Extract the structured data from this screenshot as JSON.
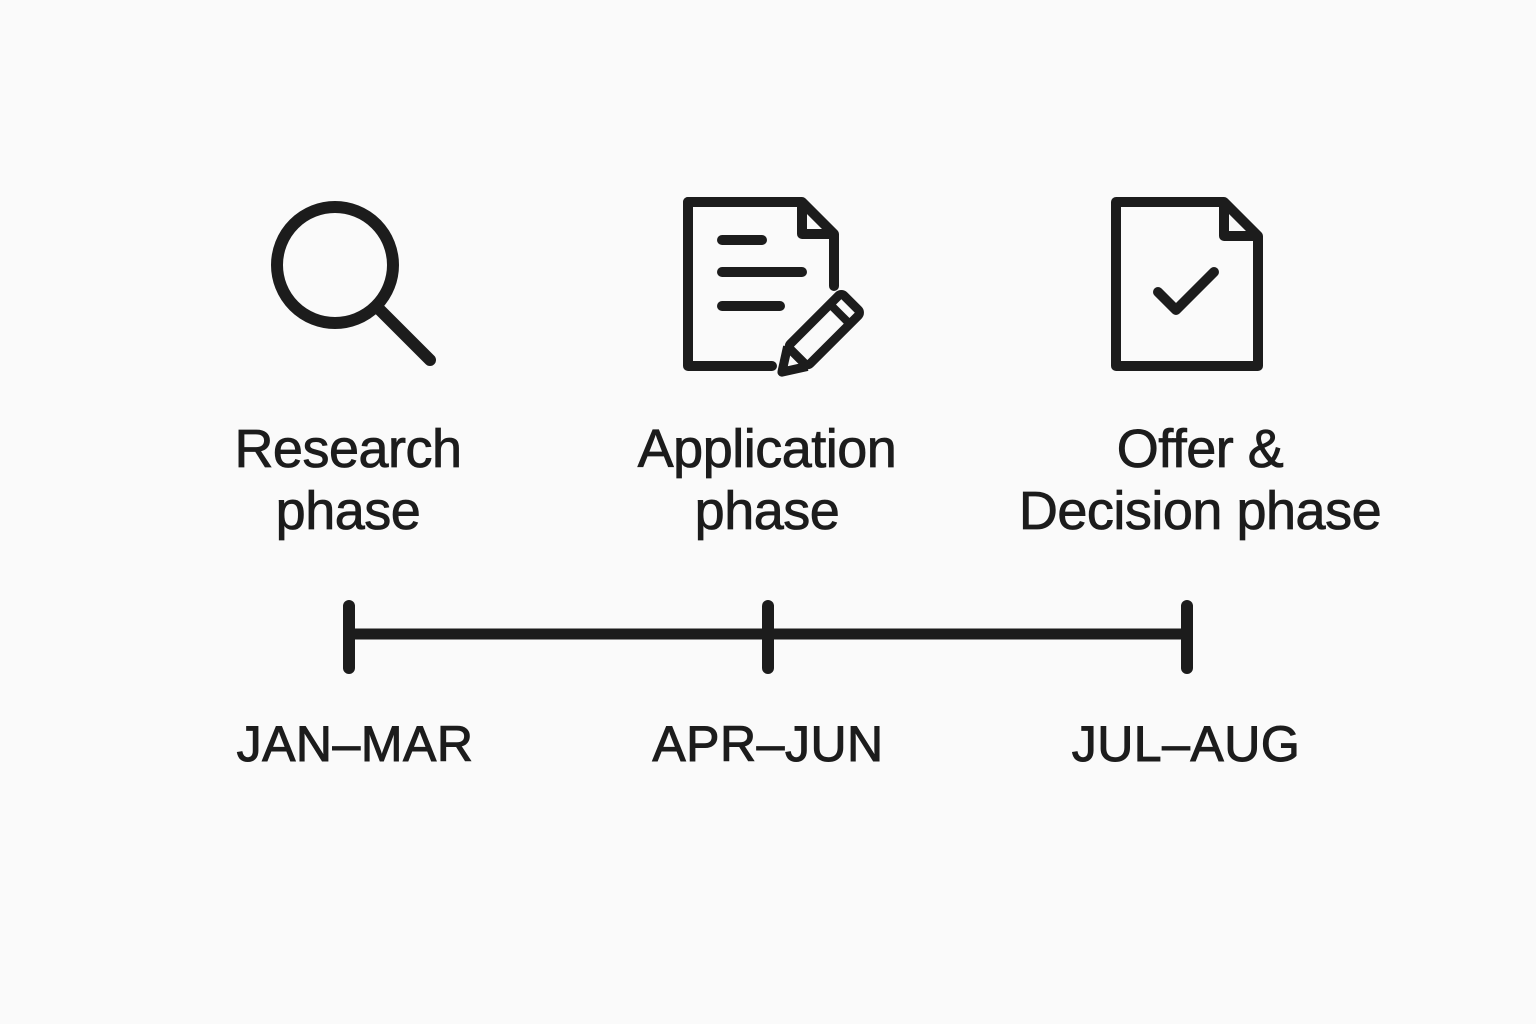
{
  "phases": [
    {
      "icon": "magnifying-glass-icon",
      "label_lines": [
        "Research",
        "phase"
      ],
      "period": "JAN–MAR"
    },
    {
      "icon": "document-edit-icon",
      "label_lines": [
        "Application",
        "phase"
      ],
      "period": "APR–JUN"
    },
    {
      "icon": "document-check-icon",
      "label_lines": [
        "Offer &",
        "Decision phase"
      ],
      "period": "JUL–AUG"
    }
  ],
  "colors": {
    "background": "#fafafa",
    "ink": "#1c1c1c"
  }
}
